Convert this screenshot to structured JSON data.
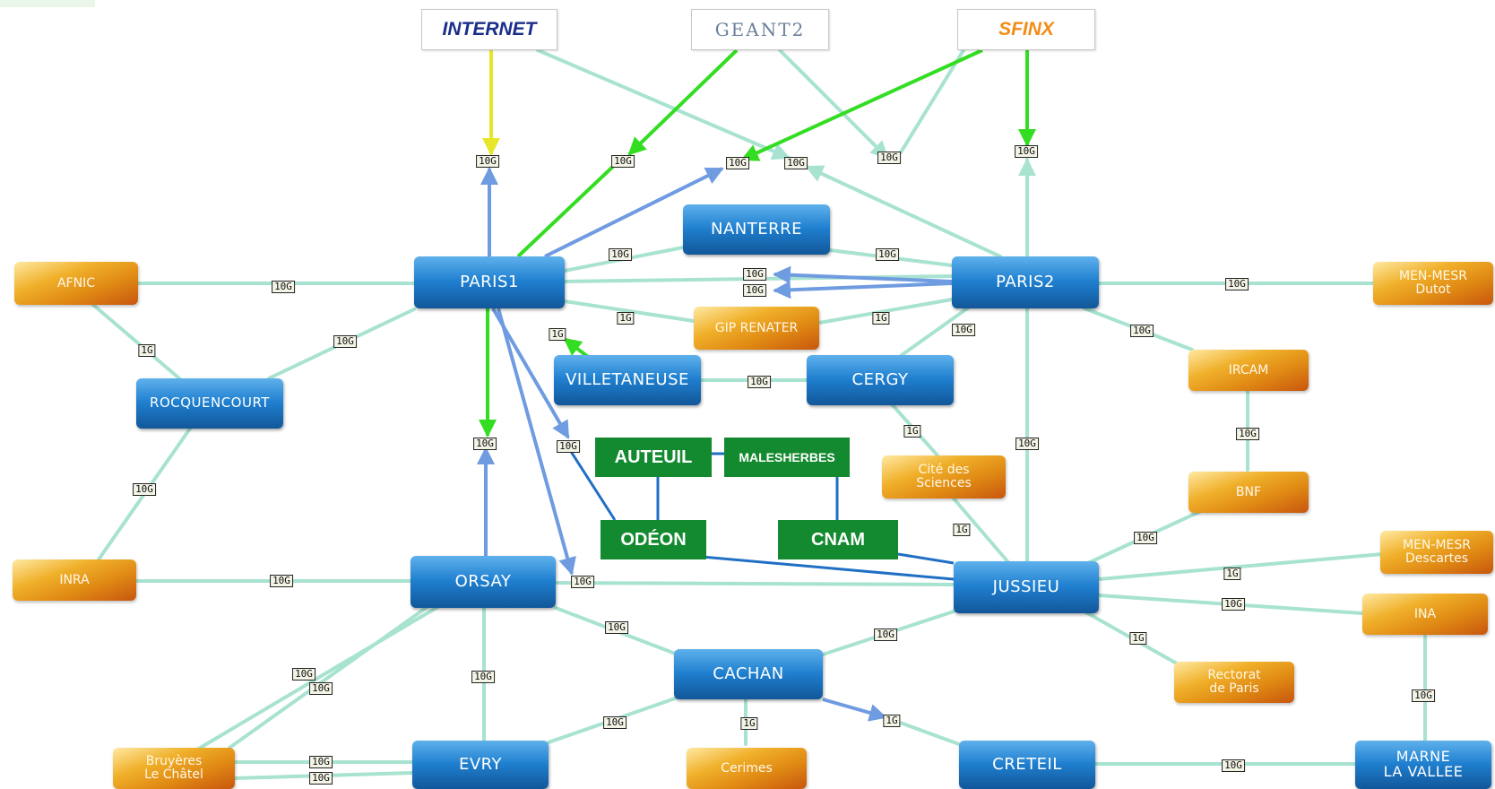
{
  "nodes": {
    "internet": "INTERNET",
    "geant2": "GEANT2",
    "sfinx": "SFINX",
    "nanterre": "NANTERRE",
    "paris1": "PARIS1",
    "paris2": "PARIS2",
    "afnic": "AFNIC",
    "men_mesr_dutot": "MEN-MESR\nDutot",
    "gip_renater": "GIP RENATER",
    "rocquencourt": "ROCQUENCOURT",
    "villetaneuse": "VILLETANEUSE",
    "cergy": "CERGY",
    "ircam": "IRCAM",
    "cite_des_sciences": "Cité des\nSciences",
    "bnf": "BNF",
    "inra": "INRA",
    "orsay": "ORSAY",
    "jussieu": "JUSSIEU",
    "men_mesr_descartes": "MEN-MESR\nDescartes",
    "ina": "INA",
    "cachan": "CACHAN",
    "rectorat_de_paris": "Rectorat\nde Paris",
    "bruyeres_le_chatel": "Bruyères\nLe Châtel",
    "evry": "EVRY",
    "cerimes": "Cerimes",
    "creteil": "CRETEIL",
    "marne_la_vallee": "MARNE\nLA VALLEE",
    "auteuil": "AUTEUIL",
    "malesherbes": "MALESHERBES",
    "odeon": "ODÉON",
    "cnam": "CNAM"
  },
  "labels": [
    "10G",
    "10G",
    "10G",
    "10G",
    "10G",
    "10G",
    "10G",
    "10G",
    "10G",
    "10G",
    "10G",
    "10G",
    "1G",
    "1G",
    "10G",
    "1G",
    "10G",
    "1G",
    "10G",
    "10G",
    "1G",
    "10G",
    "1G",
    "10G",
    "10G",
    "10G",
    "10G",
    "10G",
    "10G",
    "10G",
    "10G",
    "10G",
    "1G",
    "1G",
    "10G",
    "10G",
    "10G",
    "10G",
    "10G",
    "1G",
    "10G",
    "10G",
    "10G",
    "10G",
    "1G",
    "10G",
    "1G",
    "10G",
    "10G",
    "10G"
  ],
  "colors": {
    "link": "#a8e2d0",
    "uplink_internet": "#e8e62a",
    "uplink_green": "#33dd22",
    "backbone_blue": "#6f9be0",
    "metro_dark_blue": "#1f6fc4"
  }
}
